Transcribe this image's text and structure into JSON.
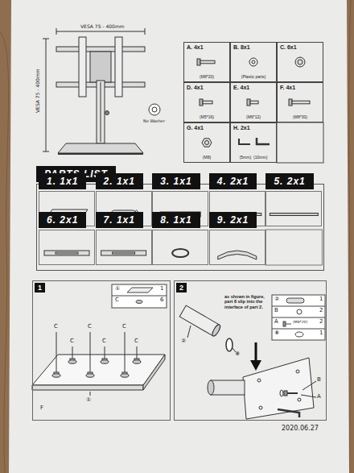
{
  "diagram": {
    "nodes": [
      {
        "text": [
          "A. 4x1",
          "(M8*20)"
        ]
      },
      {
        "text": [
          "B. 8x1",
          "(Plastic parts)"
        ]
      },
      {
        "text": [
          "C. 6x1"
        ]
      },
      {
        "text": [
          "D. 4x1",
          "(M5*16)"
        ]
      },
      {
        "text": [
          "E. 4x1",
          "(M6*12)"
        ]
      },
      {
        "text": [
          "F. 4x1",
          "(M8*30)"
        ]
      },
      {
        "text": [
          "G. 4x1",
          "(M8)"
        ]
      },
      {
        "text": [
          "H. 2x1",
          "(5mm)",
          "(10mm)"
        ]
      },
      {
        "text": [
          "PARTS LIST"
        ]
      },
      {
        "text": [
          "1. 1x1"
        ],
        "in": 8
      },
      {
        "text": [
          "2. 1x1"
        ],
        "in": 8
      },
      {
        "text": [
          "3. 1x1"
        ],
        "in": 8
      },
      {
        "text": [
          "4. 2x1"
        ],
        "in": 8
      },
      {
        "text": [
          "5. 2x1"
        ],
        "in": 8
      },
      {
        "text": [
          "6. 2x1"
        ],
        "in": 8
      },
      {
        "text": [
          "7. 1x1"
        ],
        "in": 8
      },
      {
        "text": [
          "8. 1x1"
        ],
        "in": 8
      },
      {
        "text": [
          "9. 2x1"
        ],
        "in": 8
      },
      {
        "text": [
          "1"
        ]
      },
      {
        "text": [
          "2",
          "as shown in figure, part 8 slip into the interface of part 2."
        ]
      }
    ],
    "labels": [
      "VESA 75 - 400mm",
      "VESA 75 - 400mm",
      "No Washer",
      "①",
      "1",
      "C",
      "6",
      "C",
      "C",
      "C",
      "C",
      "C",
      "C",
      "①",
      "F",
      "②",
      "1",
      "B",
      "2",
      "A",
      "(M8*20)",
      "2",
      "⑧",
      "1",
      "②",
      "⑧",
      "B",
      "A",
      "2020.06.27"
    ]
  }
}
